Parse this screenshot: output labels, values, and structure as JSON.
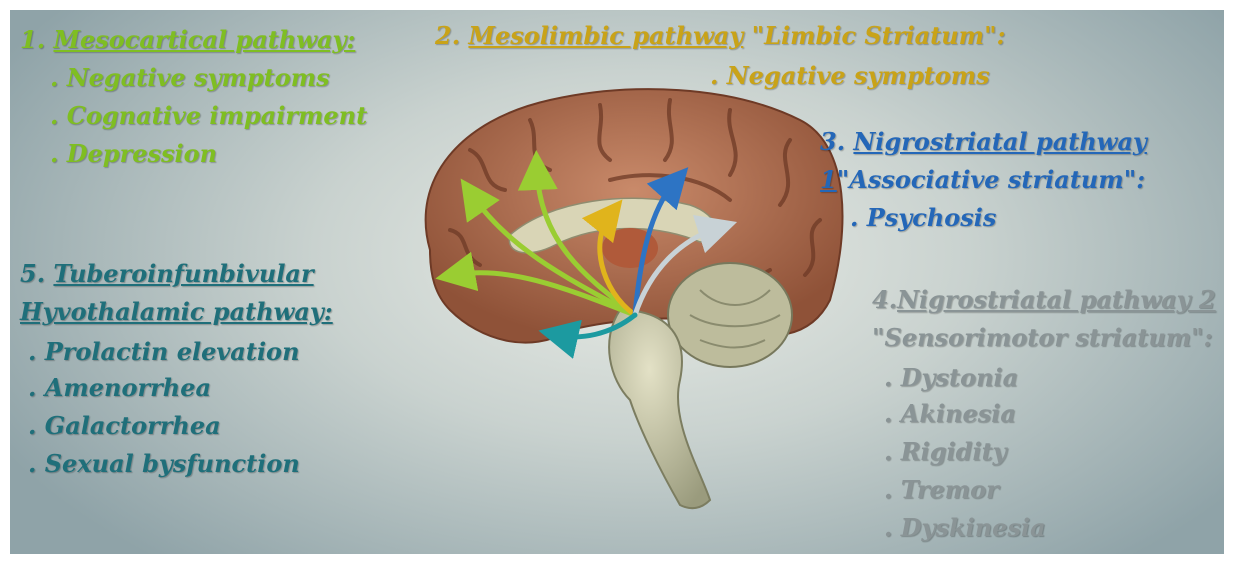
{
  "pathway_1": {
    "number": "1.",
    "title": "Mesocartical pathway:",
    "items": [
      ". Negative symptoms",
      ". Cognative impairment",
      ". Depression"
    ]
  },
  "pathway_2": {
    "number": "2.",
    "title": "Mesolimbic pathway",
    "subtitle": " \"Limbic Striatum\":",
    "items": [
      ". Negative symptoms"
    ]
  },
  "pathway_3": {
    "number": "3.",
    "title": "Nigrostriatal pathway",
    "sub_number": "1",
    "subtitle": "\"Associative striatum\":",
    "items": [
      ". Psychosis"
    ]
  },
  "pathway_4": {
    "number": "4.",
    "title": "Nigrostriatal pathway 2",
    "subtitle": "\"Sensorimotor striatum\":",
    "items": [
      ". Dystonia",
      ". Akinesia",
      ". Rigidity",
      ". Tremor",
      ". Dyskinesia"
    ]
  },
  "pathway_5": {
    "number": "5.",
    "title_line1": "Tuberoinfunbivular",
    "title_line2": "Hyvothalamic pathway:",
    "items": [
      ". Prolactin elevation",
      ". Amenorrhea",
      ". Galactorrhea",
      ". Sexual bysfunction"
    ]
  },
  "colors": {
    "mesocortical": "#7fbe22",
    "mesolimbic": "#c9a318",
    "nigrostriatal_1": "#2467b8",
    "nigrostriatal_2": "#8a9496",
    "tuberoinfundibular": "#1f6f7a"
  }
}
